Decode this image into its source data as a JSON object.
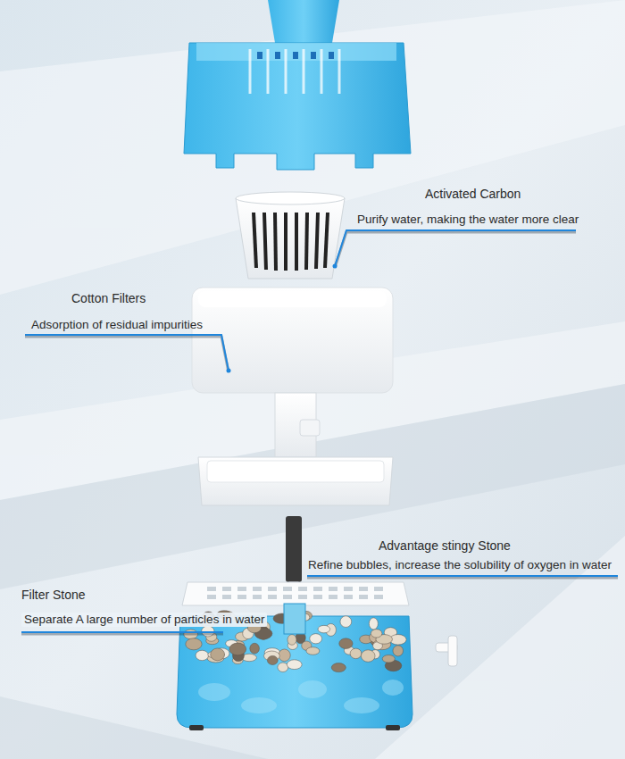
{
  "diagram": {
    "labels": [
      "Activated Carbon",
      "Purify water, making the water more clear",
      "Cotton Filters",
      "Adsorption of residual impurities",
      "Advantage stingy Stone",
      "Refine bubbles, increase the solubility of oxygen in water",
      "Filter Stone",
      "Separate A large number of particles in water"
    ]
  }
}
